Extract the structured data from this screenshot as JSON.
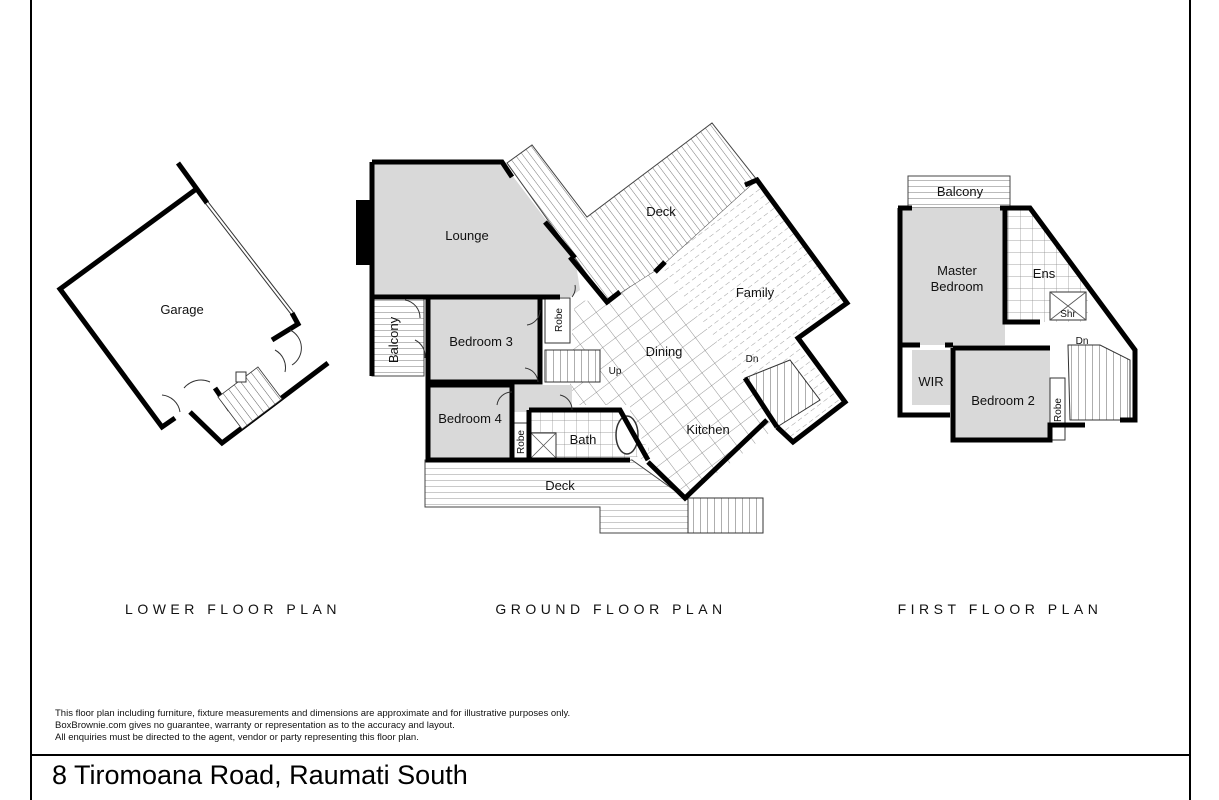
{
  "address": "8 Tiromoana Road, Raumati South",
  "disclaimer": [
    "This floor plan including furniture, fixture measurements and dimensions are approximate and for illustrative purposes only.",
    "BoxBrownie.com gives no guarantee, warranty or representation as to the accuracy and layout.",
    "All enquiries must be directed to the agent, vendor or party representing this floor plan."
  ],
  "plans": {
    "lower": {
      "title": "LOWER FLOOR PLAN",
      "rooms": {
        "garage": "Garage"
      }
    },
    "ground": {
      "title": "GROUND FLOOR PLAN",
      "rooms": {
        "lounge": "Lounge",
        "deck_upper": "Deck",
        "family": "Family",
        "balcony": "Balcony",
        "bedroom3": "Bedroom 3",
        "robe1": "Robe",
        "dining": "Dining",
        "up": "Up",
        "dn": "Dn",
        "bedroom4": "Bedroom 4",
        "robe2": "Robe",
        "bath": "Bath",
        "kitchen": "Kitchen",
        "deck_lower": "Deck"
      }
    },
    "first": {
      "title": "FIRST FLOOR PLAN",
      "rooms": {
        "balcony": "Balcony",
        "master": [
          "Master",
          "Bedroom"
        ],
        "ens": "Ens",
        "shr": "Shr",
        "dn": "Dn",
        "wir": "WIR",
        "bedroom2": "Bedroom 2",
        "robe": "Robe"
      }
    }
  },
  "colors": {
    "room_fill": "#d9d9d9",
    "wall": "#000000",
    "line": "#333333"
  }
}
